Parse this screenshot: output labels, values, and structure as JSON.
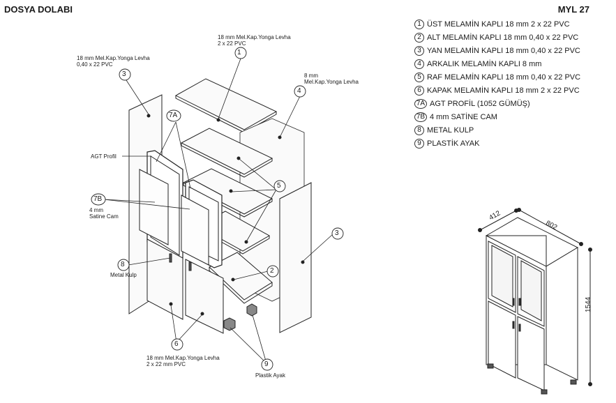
{
  "header": {
    "left_title": "DOSYA DOLABI",
    "right_title": "MYL 27"
  },
  "legend": [
    {
      "num": "1",
      "text": "ÜST MELAMİN KAPLI 18 mm  2 x 22 PVC"
    },
    {
      "num": "2",
      "text": "ALT MELAMİN KAPLI 18 mm  0,40 x 22 PVC"
    },
    {
      "num": "3",
      "text": "YAN MELAMİN KAPLI 18 mm  0,40 x 22 PVC"
    },
    {
      "num": "4",
      "text": "ARKALIK MELAMİN KAPLI 8 mm"
    },
    {
      "num": "5",
      "text": "RAF MELAMİN KAPLI 18 mm  0,40 x 22 PVC"
    },
    {
      "num": "6",
      "text": "KAPAK MELAMİN KAPLI 18 mm  2 x 22 PVC"
    },
    {
      "num": "7A",
      "text": "AGT PROFİL (1052 GÜMÜŞ)"
    },
    {
      "num": "7B",
      "text": "4 mm SATİNE CAM"
    },
    {
      "num": "8",
      "text": "METAL KULP"
    },
    {
      "num": "9",
      "text": "PLASTİK AYAK"
    }
  ],
  "annotations": {
    "top_panel_l1": "18 mm Mel.Kap.Yonga Levha",
    "top_panel_l2": "2 x 22 PVC",
    "side_panel_l1": "18 mm Mel.Kap.Yonga Levha",
    "side_panel_l2": "0,40 x 22 PVC",
    "back_panel_l1": "8 mm",
    "back_panel_l2": "Mel.Kap.Yonga Levha",
    "agt_profil": "AGT Profil",
    "glass_l1": "4 mm",
    "glass_l2": "Satine Cam",
    "metal_kulp": "Metal Kulp",
    "door_l1": "18 mm Mel.Kap.Yonga Levha",
    "door_l2": "2 x 22 mm PVC",
    "plastik_ayak": "Plastik Ayak"
  },
  "callouts": {
    "c1": "1",
    "c3a": "3",
    "c3b": "3",
    "c4": "4",
    "c5": "5",
    "c2": "2",
    "c7a": "7A",
    "c7b": "7B",
    "c8": "8",
    "c6": "6",
    "c9": "9"
  },
  "dimensions": {
    "depth": "412",
    "width": "802",
    "height": "1544"
  }
}
